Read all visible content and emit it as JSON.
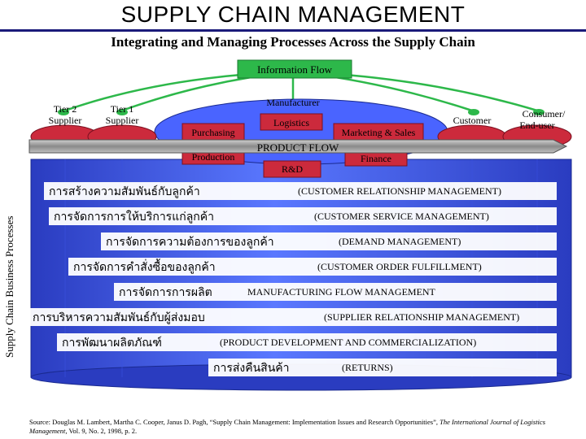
{
  "title": "SUPPLY CHAIN MANAGEMENT",
  "subtitle": "Integrating and Managing Processes Across the Supply Chain",
  "information_flow": "Information Flow",
  "product_flow": "PRODUCT FLOW",
  "side_label": "Supply Chain Business Processes",
  "nodes": {
    "tier2": [
      "Tier 2",
      "Supplier"
    ],
    "tier1": [
      "Tier 1",
      "Supplier"
    ],
    "manufacturer": "Manufacturer",
    "customer": "Customer",
    "consumer": [
      "Consumer/",
      "End-user"
    ]
  },
  "functions": {
    "logistics": "Logistics",
    "purchasing": "Purchasing",
    "marketing": "Marketing & Sales",
    "production": "Production",
    "finance": "Finance",
    "rnd": "R&D"
  },
  "processes": [
    {
      "thai": "การสร้างความสัมพันธ์กับลูกค้า",
      "en": "(CUSTOMER RELATIONSHIP MANAGEMENT)"
    },
    {
      "thai": "การจัดการการให้บริการแก่ลูกค้า",
      "en": "(CUSTOMER SERVICE MANAGEMENT)"
    },
    {
      "thai": "การจัดการความต้องการของลูกค้า",
      "en": "(DEMAND MANAGEMENT)"
    },
    {
      "thai": "การจัดการคำสั่งซื้อของลูกค้า",
      "en": "(CUSTOMER ORDER FULFILLMENT)"
    },
    {
      "thai": "การจัดการการผลิต",
      "en": "MANUFACTURING FLOW MANAGEMENT"
    },
    {
      "thai": "การบริหารความสัมพันธ์กับผู้ส่งมอบ",
      "en": "(SUPPLIER RELATIONSHIP MANAGEMENT)"
    },
    {
      "thai": "การพัฒนาผลิตภัณฑ์",
      "en": "(PRODUCT DEVELOPMENT AND COMMERCIALIZATION)"
    },
    {
      "thai": "การส่งคืนสินค้า",
      "en": "(RETURNS)"
    }
  ],
  "source": {
    "prefix": "Source: Douglas M. Lambert, Martha C. Cooper, Janus D. Pagh, “Supply Chain Management: Implementation Issues and Research Opportunities”, ",
    "journal": "The International Journal of Logistics Management",
    "suffix": ", Vol. 9, No. 2, 1998, p. 2."
  },
  "colors": {
    "cylinder": "#4a64ff",
    "cylinder_dark": "#2a3cc0",
    "node": "#cc2a3c",
    "node_dark": "#7a1020",
    "arc": "#2db84a",
    "band": "#9a9a9a",
    "process_box": "#ffffff"
  }
}
